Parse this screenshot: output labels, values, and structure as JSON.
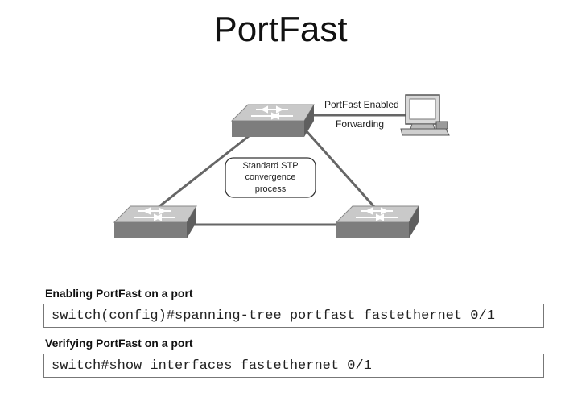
{
  "title": "PortFast",
  "diagram": {
    "pc_labels": [
      "PortFast Enabled",
      "Forwarding"
    ],
    "center_box": [
      "Standard STP",
      "convergence",
      "process"
    ],
    "nodes": [
      {
        "name": "switch-top",
        "type": "switch"
      },
      {
        "name": "switch-bottom-left",
        "type": "switch"
      },
      {
        "name": "switch-bottom-right",
        "type": "switch"
      },
      {
        "name": "pc",
        "type": "computer"
      }
    ],
    "links": [
      [
        "switch-top",
        "switch-bottom-left"
      ],
      [
        "switch-top",
        "switch-bottom-right"
      ],
      [
        "switch-bottom-left",
        "switch-bottom-right"
      ],
      [
        "switch-top",
        "pc"
      ]
    ]
  },
  "sections": [
    {
      "label": "Enabling PortFast on a port",
      "command": "switch(config)#spanning-tree portfast fastethernet 0/1"
    },
    {
      "label": "Verifying PortFast on a port",
      "command": "switch#show interfaces fastethernet 0/1"
    }
  ],
  "colors": {
    "switch_top": "#c9c9c9",
    "switch_side": "#7d7d7d",
    "link": "#666666"
  }
}
